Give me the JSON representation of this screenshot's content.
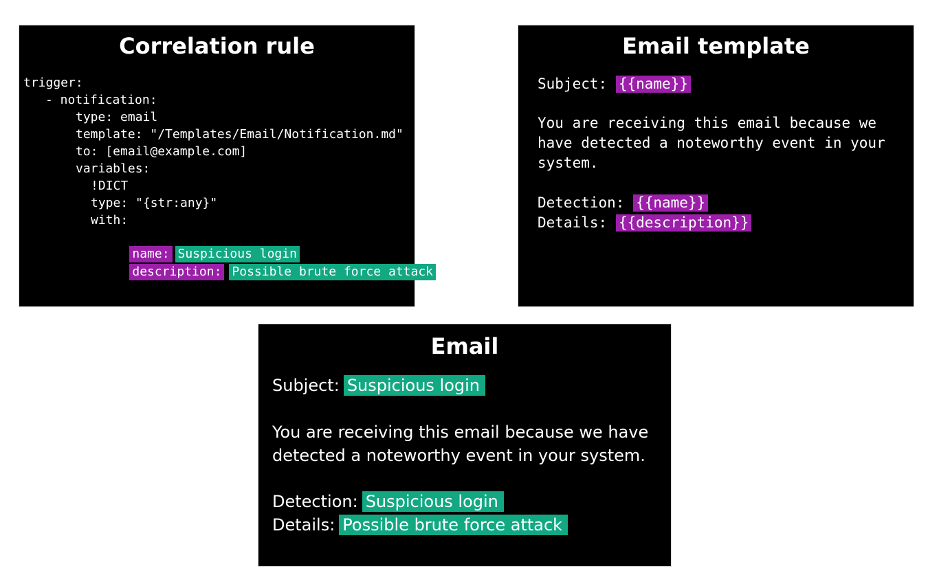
{
  "colors": {
    "panel_background": "#000000",
    "text": "#ffffff",
    "variable_highlight": "#9b1fa8",
    "value_highlight": "#12a882"
  },
  "correlation_rule": {
    "title": "Correlation rule",
    "lines": {
      "trigger": "trigger:",
      "notification": "- notification:",
      "type": "type: email",
      "template": "template: \"/Templates/Email/Notification.md\"",
      "to": "to: [email@example.com]",
      "variables": "variables:",
      "dict": "!DICT",
      "dict_type": "type: \"{str:any}\"",
      "with": "with:"
    },
    "name_key": "name:",
    "name_value": "Suspicious login",
    "description_key": "description:",
    "description_value": "Possible brute force attack"
  },
  "email_template": {
    "title": "Email template",
    "subject_label": "Subject:",
    "subject_var": "{{name}}",
    "body": "You are receiving this email because we have detected a noteworthy event in your system.",
    "detection_label": "Detection:",
    "detection_var": "{{name}}",
    "details_label": "Details:",
    "details_var": "{{description}}"
  },
  "email": {
    "title": "Email",
    "subject_label": "Subject:",
    "subject_value": "Suspicious login",
    "body": "You are receiving this email because we have detected a noteworthy event in your system.",
    "detection_label": "Detection:",
    "detection_value": "Suspicious login",
    "details_label": "Details:",
    "details_value": "Possible brute force attack"
  }
}
